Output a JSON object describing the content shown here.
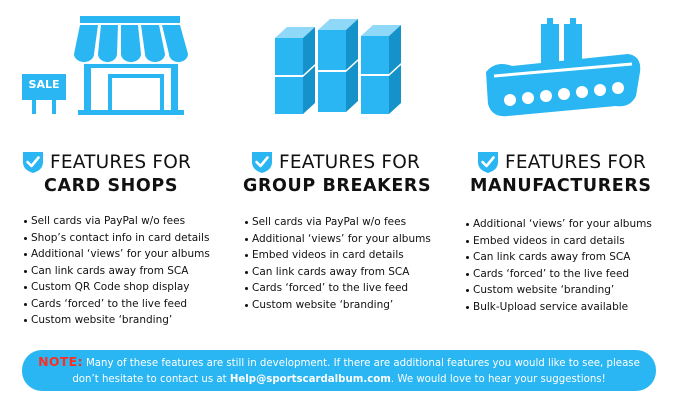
{
  "colors": {
    "accent": "#29b6f2",
    "note_label": "#ff2d1f",
    "text": "#111111"
  },
  "columns": [
    {
      "icon": "storefront-icon",
      "sale_sign": "SALE",
      "prefix": "FEATURES FOR",
      "title": "CARD SHOPS",
      "items": [
        "Sell cards via PayPal w/o fees",
        "Shop’s contact info in card details",
        "Additional ‘views’ for your albums",
        "Can link cards away from SCA",
        "Custom QR Code shop display",
        "Cards ‘forced’ to the live feed",
        "Custom website ‘branding’"
      ]
    },
    {
      "icon": "card-boxes-icon",
      "prefix": "FEATURES FOR",
      "title": "GROUP BREAKERS",
      "items": [
        "Sell cards via PayPal w/o fees",
        "Additional ‘views’ for your albums",
        "Embed videos in card details",
        "Can link cards away from SCA",
        "Cards ‘forced’ to the live feed",
        "Custom website ‘branding’"
      ]
    },
    {
      "icon": "conveyor-belt-icon",
      "prefix": "FEATURES FOR",
      "title": "MANUFACTURERS",
      "items": [
        "Additional ‘views’ for your albums",
        "Embed videos in card details",
        "Can link cards away from SCA",
        "Cards ‘forced’ to the live feed",
        "Custom website ‘branding’",
        "Bulk-Upload service available"
      ]
    }
  ],
  "note": {
    "label": "NOTE:",
    "text1": " Many of these features are still in development. If there are additional features you would like to see, please don’t hesitate to contact us at ",
    "email": "Help@sportscardalbum.com",
    "text2": ". We would love to hear your suggestions!"
  }
}
